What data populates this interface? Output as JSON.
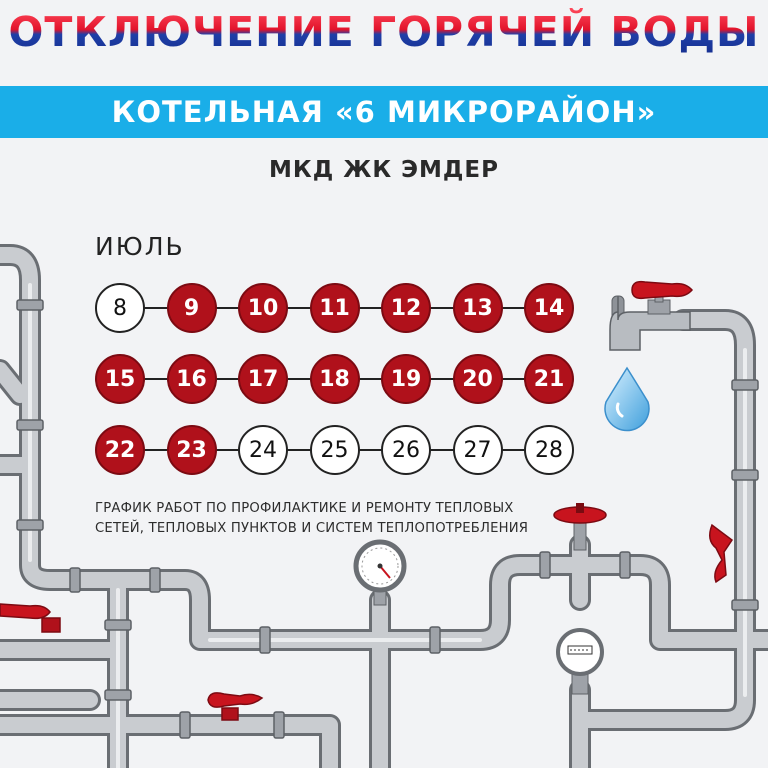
{
  "poster": {
    "title": "ОТКЛЮЧЕНИЕ ГОРЯЧЕЙ ВОДЫ",
    "banner": "КОТЕЛЬНАЯ «6 МИКРОРАЙОН»",
    "subtitle": "МКД ЖК ЭМДЕР",
    "month": "ИЮЛЬ",
    "note_line1": "ГРАФИК РАБОТ ПО ПРОФИЛАКТИКЕ И РЕМОНТУ ТЕПЛОВЫХ",
    "note_line2": "СЕТЕЙ, ТЕПЛОВЫХ ПУНКТОВ И СИСТЕМ ТЕПЛОПОТРЕБЛЕНИЯ"
  },
  "calendar": {
    "rows": [
      [
        {
          "day": "8",
          "off": false
        },
        {
          "day": "9",
          "off": true
        },
        {
          "day": "10",
          "off": true
        },
        {
          "day": "11",
          "off": true
        },
        {
          "day": "12",
          "off": true
        },
        {
          "day": "13",
          "off": true
        },
        {
          "day": "14",
          "off": true
        }
      ],
      [
        {
          "day": "15",
          "off": true
        },
        {
          "day": "16",
          "off": true
        },
        {
          "day": "17",
          "off": true
        },
        {
          "day": "18",
          "off": true
        },
        {
          "day": "19",
          "off": true
        },
        {
          "day": "20",
          "off": true
        },
        {
          "day": "21",
          "off": true
        }
      ],
      [
        {
          "day": "22",
          "off": true
        },
        {
          "day": "23",
          "off": true
        },
        {
          "day": "24",
          "off": false
        },
        {
          "day": "25",
          "off": false
        },
        {
          "day": "26",
          "off": false
        },
        {
          "day": "27",
          "off": false
        },
        {
          "day": "28",
          "off": false
        }
      ]
    ]
  },
  "colors": {
    "banner": "#1aaee8",
    "active_day": "#b0111b",
    "free_day": "#ffffff",
    "pipe": "#a9adb3",
    "valve": "#c8141e",
    "water": "#5fb8ea"
  },
  "icons": [
    "water-pipe-icon",
    "faucet-icon",
    "water-drop-icon",
    "valve-handle-icon",
    "pressure-gauge-icon",
    "water-meter-icon"
  ]
}
